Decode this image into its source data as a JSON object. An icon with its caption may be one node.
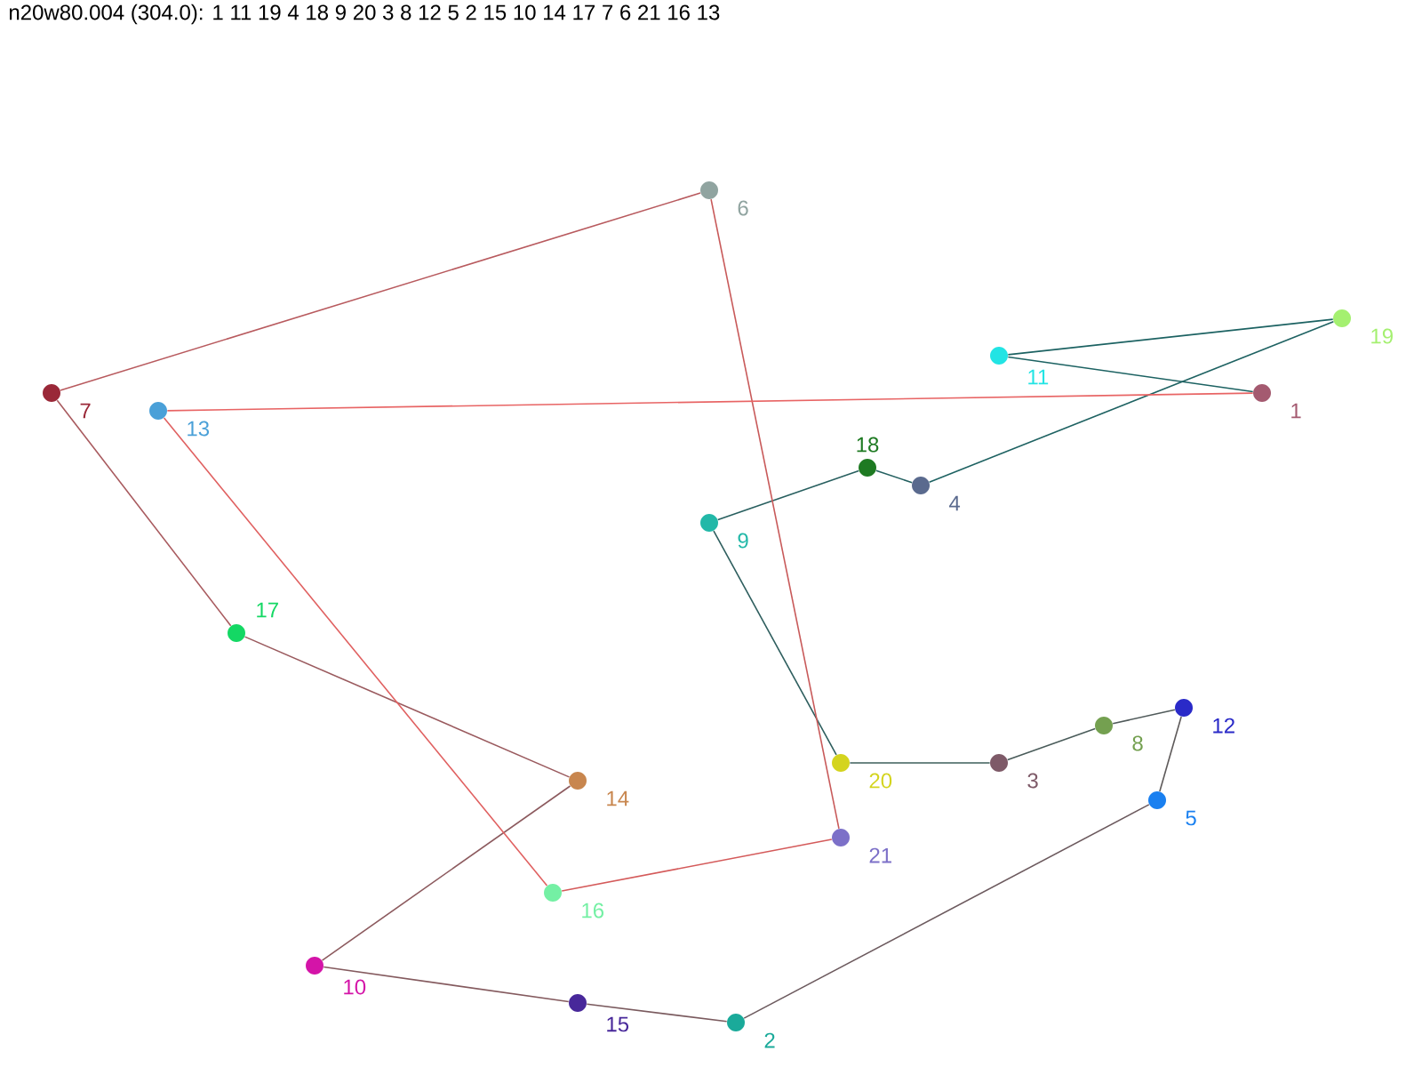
{
  "diagram": {
    "title": "n20w80.004 (304.0): 1 11 19 4 18 9 20 3 8 12 5 2 15 10 14 17 7 6 21 16 13",
    "nodes": [
      {
        "text": [],
        "shape": "circle",
        "beside": [
          "1"
        ]
      },
      {
        "text": [],
        "shape": "circle",
        "beside": [
          "2"
        ]
      },
      {
        "text": [],
        "shape": "circle",
        "beside": [
          "3"
        ]
      },
      {
        "text": [],
        "shape": "circle",
        "beside": [
          "4"
        ]
      },
      {
        "text": [],
        "shape": "circle",
        "beside": [
          "5"
        ]
      },
      {
        "text": [],
        "shape": "circle",
        "beside": [
          "6"
        ]
      },
      {
        "text": [],
        "shape": "circle",
        "beside": [
          "7"
        ]
      },
      {
        "text": [],
        "shape": "circle",
        "beside": [
          "8"
        ]
      },
      {
        "text": [],
        "shape": "circle",
        "beside": [
          "9"
        ]
      },
      {
        "text": [],
        "shape": "circle",
        "beside": [
          "10"
        ]
      },
      {
        "text": [],
        "shape": "circle",
        "beside": [
          "11"
        ]
      },
      {
        "text": [],
        "shape": "circle",
        "beside": [
          "12"
        ]
      },
      {
        "text": [],
        "shape": "circle",
        "beside": [
          "13"
        ]
      },
      {
        "text": [],
        "shape": "circle",
        "beside": [
          "14"
        ]
      },
      {
        "text": [],
        "shape": "circle",
        "beside": [
          "15"
        ]
      },
      {
        "text": [],
        "shape": "circle",
        "beside": [
          "16"
        ]
      },
      {
        "text": [],
        "shape": "circle",
        "beside": [
          "17"
        ]
      },
      {
        "text": [],
        "shape": "circle",
        "beside": [
          "18"
        ]
      },
      {
        "text": [],
        "shape": "circle",
        "beside": [
          "19"
        ]
      },
      {
        "text": [],
        "shape": "circle",
        "beside": [
          "20"
        ]
      },
      {
        "text": [],
        "shape": "circle",
        "beside": [
          "21"
        ]
      }
    ],
    "edges": [
      {
        "from": 0,
        "to": 10,
        "arrow": "none",
        "color": "#1c6262"
      },
      {
        "from": 10,
        "to": 18,
        "arrow": "none",
        "color": "#1c6262"
      },
      {
        "from": 18,
        "to": 3,
        "arrow": "none",
        "color": "#1e6262"
      },
      {
        "from": 3,
        "to": 17,
        "arrow": "none",
        "color": "#246060"
      },
      {
        "from": 17,
        "to": 8,
        "arrow": "none",
        "color": "#285f5f"
      },
      {
        "from": 8,
        "to": 19,
        "arrow": "none",
        "color": "#2e5e5e"
      },
      {
        "from": 19,
        "to": 2,
        "arrow": "none",
        "color": "#3c5e5a"
      },
      {
        "from": 2,
        "to": 7,
        "arrow": "none",
        "color": "#4a5c5a"
      },
      {
        "from": 7,
        "to": 11,
        "arrow": "none",
        "color": "#505a5a"
      },
      {
        "from": 11,
        "to": 4,
        "arrow": "none",
        "color": "#5e5a5a"
      },
      {
        "from": 4,
        "to": 1,
        "arrow": "none",
        "color": "#6c5a5e"
      },
      {
        "from": 1,
        "to": 14,
        "arrow": "none",
        "color": "#7a5a5e"
      },
      {
        "from": 14,
        "to": 9,
        "arrow": "none",
        "color": "#845a5e"
      },
      {
        "from": 9,
        "to": 13,
        "arrow": "none",
        "color": "#8c5a5e"
      },
      {
        "from": 13,
        "to": 16,
        "arrow": "none",
        "color": "#9a5a5e"
      },
      {
        "from": 16,
        "to": 6,
        "arrow": "none",
        "color": "#a85a5e"
      },
      {
        "from": 6,
        "to": 5,
        "arrow": "none",
        "color": "#b85a5e"
      },
      {
        "from": 5,
        "to": 20,
        "arrow": "none",
        "color": "#c85a5a"
      },
      {
        "from": 20,
        "to": 15,
        "arrow": "none",
        "color": "#d45a5a"
      },
      {
        "from": 15,
        "to": 12,
        "arrow": "none",
        "color": "#e06060"
      },
      {
        "from": 12,
        "to": 0,
        "arrow": "none",
        "color": "#e86464"
      }
    ]
  }
}
